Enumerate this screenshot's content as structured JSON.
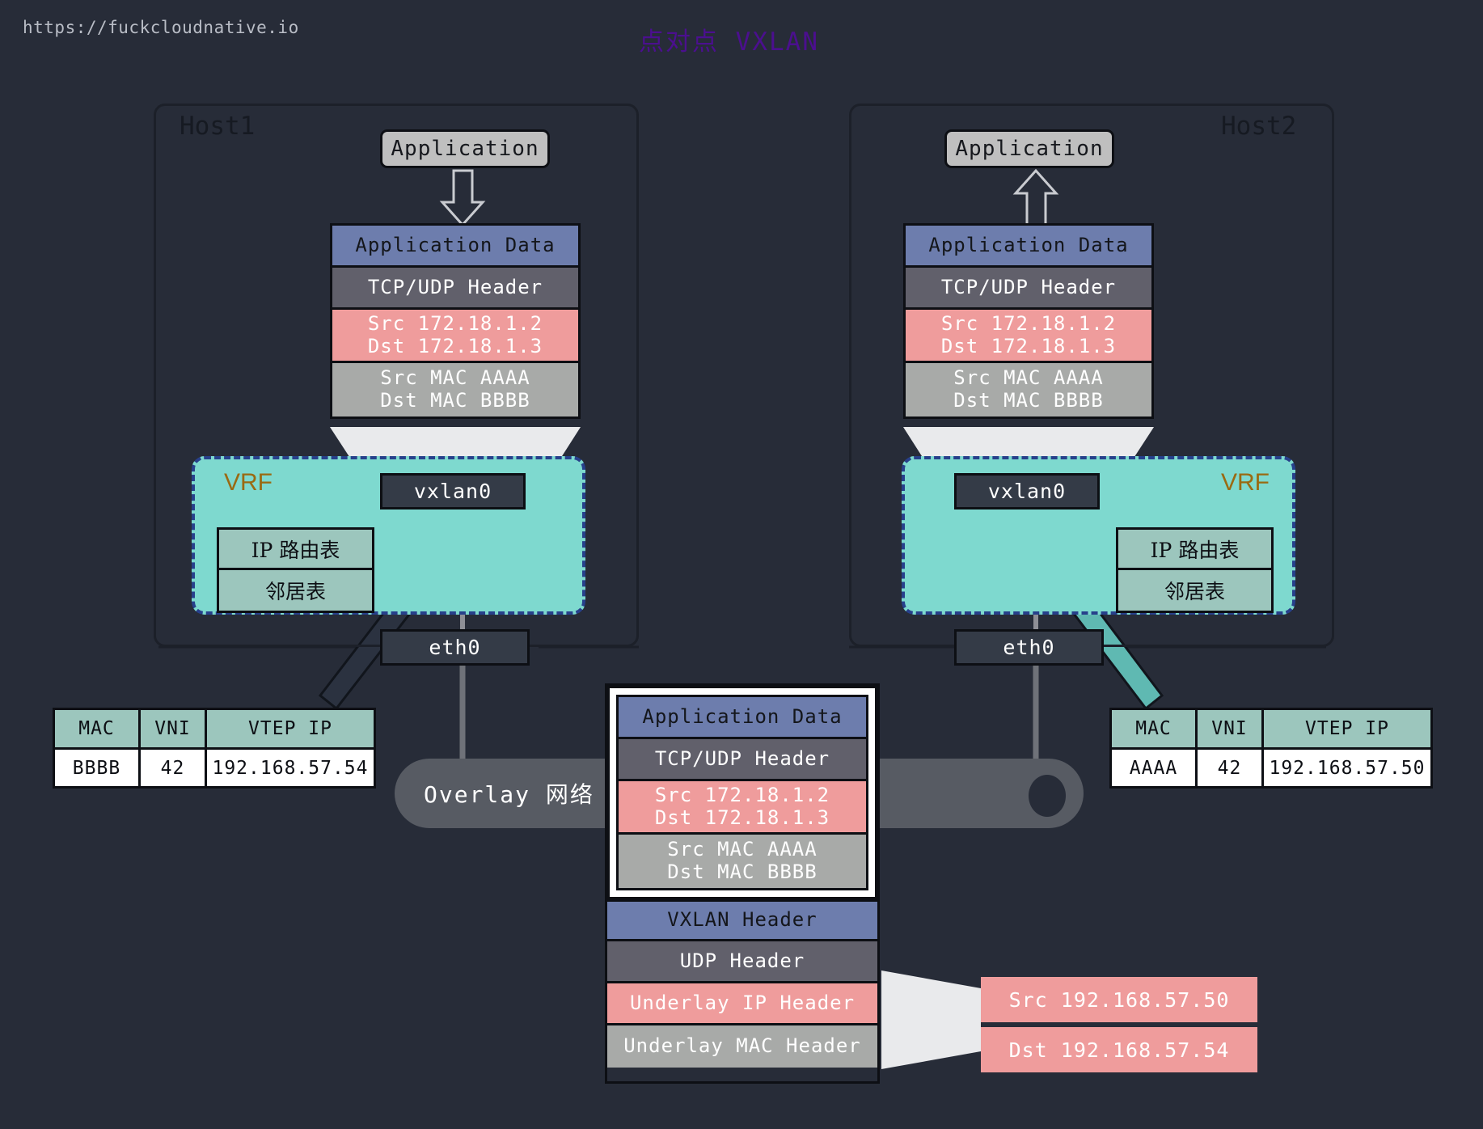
{
  "header": {
    "site_url": "https://fuckcloudnative.io",
    "title": "点对点 VXLAN"
  },
  "hosts": [
    {
      "name": "Host1",
      "app_label": "Application",
      "vxlan_iface": "vxlan0",
      "eth_iface": "eth0",
      "vrf_label": "VRF",
      "vrf_tables": [
        "IP 路由表",
        "邻居表"
      ],
      "packet": {
        "app": "Application Data",
        "tcp": "TCP/UDP Header",
        "ip_src": "Src 172.18.1.2",
        "ip_dst": "Dst 172.18.1.3",
        "mac_src": "Src MAC AAAA",
        "mac_dst": "Dst MAC BBBB"
      },
      "fdb": {
        "headers": [
          "MAC",
          "VNI",
          "VTEP IP"
        ],
        "row": [
          "BBBB",
          "42",
          "192.168.57.54"
        ]
      }
    },
    {
      "name": "Host2",
      "app_label": "Application",
      "vxlan_iface": "vxlan0",
      "eth_iface": "eth0",
      "vrf_label": "VRF",
      "vrf_tables": [
        "IP 路由表",
        "邻居表"
      ],
      "packet": {
        "app": "Application Data",
        "tcp": "TCP/UDP Header",
        "ip_src": "Src 172.18.1.2",
        "ip_dst": "Dst 172.18.1.3",
        "mac_src": "Src MAC AAAA",
        "mac_dst": "Dst MAC BBBB"
      },
      "fdb": {
        "headers": [
          "MAC",
          "VNI",
          "VTEP IP"
        ],
        "row": [
          "AAAA",
          "42",
          "192.168.57.50"
        ]
      }
    }
  ],
  "overlay": {
    "label": "Overlay 网络"
  },
  "encapsulated_packet": {
    "inner": {
      "app": "Application Data",
      "tcp": "TCP/UDP Header",
      "ip_src": "Src 172.18.1.2",
      "ip_dst": "Dst 172.18.1.3",
      "mac_src": "Src MAC AAAA",
      "mac_dst": "Dst MAC BBBB"
    },
    "outer": {
      "vxlan": "VXLAN Header",
      "udp": "UDP Header",
      "underlay_ip": "Underlay IP Header",
      "underlay_mac": "Underlay MAC Header"
    }
  },
  "underlay_callout": {
    "src": "Src 192.168.57.50",
    "dst": "Dst 192.168.57.54"
  },
  "colors": {
    "background": "#272c38",
    "app_data": "#6d7dad",
    "tcp_header": "#61606b",
    "ip_header": "#ef9c9c",
    "mac_header": "#a8aaa8",
    "vrf_fill": "#7ed9cf",
    "vrf_border": "#27408b",
    "table_header": "#9cc6bd",
    "title": "#4b0f8f",
    "vrf_label": "#9a6a12",
    "overlay_pill": "#575b63"
  }
}
